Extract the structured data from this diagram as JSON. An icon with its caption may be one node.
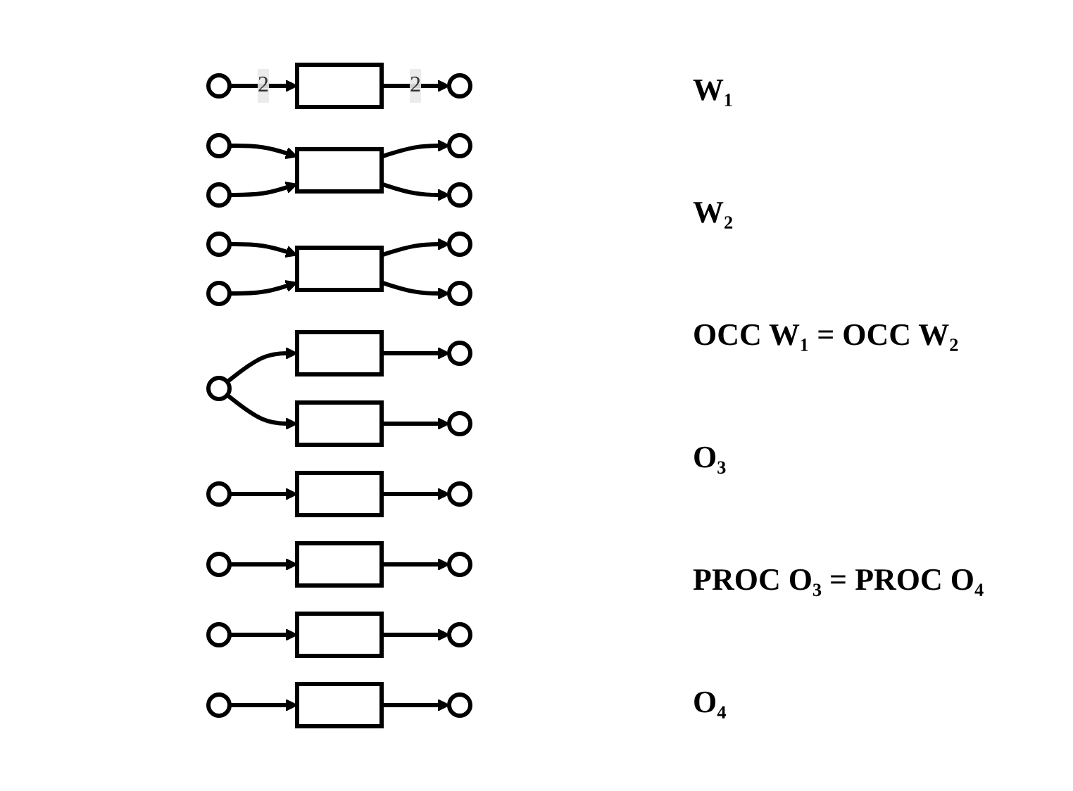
{
  "diagram": {
    "nodes": [
      {
        "text": [],
        "shape": "circle"
      },
      {
        "text": [],
        "shape": "box"
      },
      {
        "text": [],
        "shape": "circle"
      },
      {
        "text": [],
        "shape": "circle"
      },
      {
        "text": [],
        "shape": "circle"
      },
      {
        "text": [],
        "shape": "box"
      },
      {
        "text": [],
        "shape": "circle"
      },
      {
        "text": [],
        "shape": "circle"
      },
      {
        "text": [],
        "shape": "circle"
      },
      {
        "text": [],
        "shape": "circle"
      },
      {
        "text": [],
        "shape": "box"
      },
      {
        "text": [],
        "shape": "circle"
      },
      {
        "text": [],
        "shape": "circle"
      },
      {
        "text": [],
        "shape": "circle"
      },
      {
        "text": [],
        "shape": "box"
      },
      {
        "text": [],
        "shape": "box"
      },
      {
        "text": [],
        "shape": "circle"
      },
      {
        "text": [],
        "shape": "circle"
      },
      {
        "text": [],
        "shape": "circle"
      },
      {
        "text": [],
        "shape": "box"
      },
      {
        "text": [],
        "shape": "circle"
      },
      {
        "text": [],
        "shape": "circle"
      },
      {
        "text": [],
        "shape": "box"
      },
      {
        "text": [],
        "shape": "circle"
      },
      {
        "text": [],
        "shape": "circle"
      },
      {
        "text": [],
        "shape": "box"
      },
      {
        "text": [],
        "shape": "circle"
      },
      {
        "text": [],
        "shape": "circle"
      },
      {
        "text": [],
        "shape": "box"
      },
      {
        "text": [],
        "shape": "circle"
      }
    ],
    "edges": [
      {
        "from": 0,
        "to": 1,
        "arrow": "to",
        "label": "2"
      },
      {
        "from": 1,
        "to": 2,
        "arrow": "to",
        "label": "2"
      },
      {
        "from": 3,
        "to": 5,
        "arrow": "to"
      },
      {
        "from": 4,
        "to": 5,
        "arrow": "to"
      },
      {
        "from": 5,
        "to": 6,
        "arrow": "to"
      },
      {
        "from": 5,
        "to": 7,
        "arrow": "to"
      },
      {
        "from": 8,
        "to": 10,
        "arrow": "to"
      },
      {
        "from": 9,
        "to": 10,
        "arrow": "to"
      },
      {
        "from": 10,
        "to": 11,
        "arrow": "to"
      },
      {
        "from": 10,
        "to": 12,
        "arrow": "to"
      },
      {
        "from": 13,
        "to": 14,
        "arrow": "to"
      },
      {
        "from": 13,
        "to": 15,
        "arrow": "to"
      },
      {
        "from": 14,
        "to": 16,
        "arrow": "to"
      },
      {
        "from": 15,
        "to": 17,
        "arrow": "to"
      },
      {
        "from": 18,
        "to": 19,
        "arrow": "to"
      },
      {
        "from": 19,
        "to": 20,
        "arrow": "to"
      },
      {
        "from": 21,
        "to": 22,
        "arrow": "to"
      },
      {
        "from": 22,
        "to": 23,
        "arrow": "to"
      },
      {
        "from": 24,
        "to": 25,
        "arrow": "to"
      },
      {
        "from": 25,
        "to": 26,
        "arrow": "to"
      },
      {
        "from": 27,
        "to": 28,
        "arrow": "to"
      },
      {
        "from": 28,
        "to": 29,
        "arrow": "to"
      }
    ],
    "labels": [
      "W₁",
      "W₂",
      "OCC W₁ = OCC W₂",
      "O₃",
      "PROC O₃ = PROC O₄",
      "O₄"
    ]
  }
}
